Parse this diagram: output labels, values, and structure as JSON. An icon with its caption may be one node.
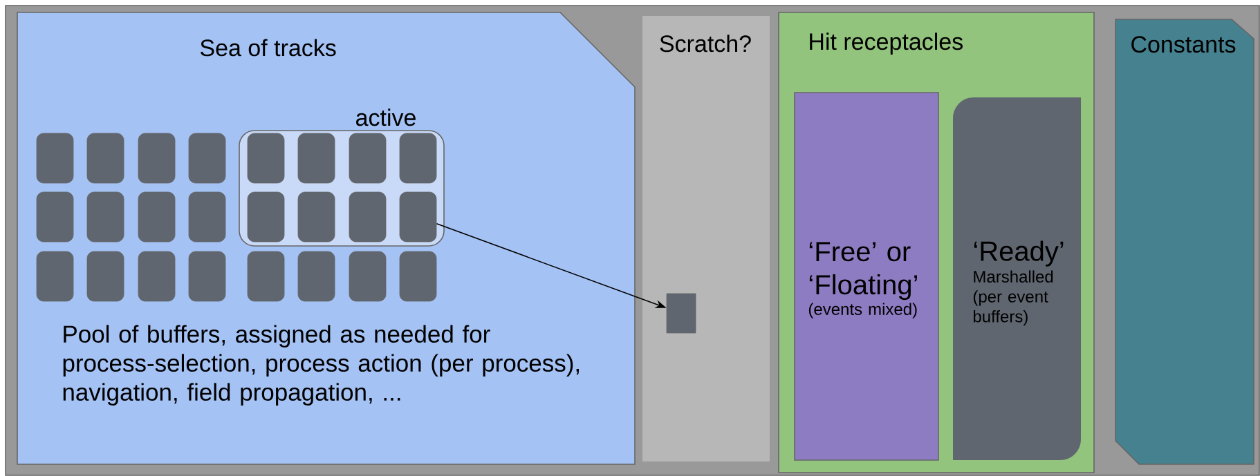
{
  "diagram": {
    "nodes": [
      {
        "text": [
          "Sea of tracks",
          "Pool of buffers, assigned as needed for process-selection, process action (per process), navigation, field propagation, ..."
        ]
      },
      {
        "text": [
          "active"
        ],
        "in": 0
      },
      {
        "text": [],
        "shape": "box",
        "in": 0
      },
      {
        "text": [],
        "shape": "box",
        "in": 0
      },
      {
        "text": [],
        "shape": "box",
        "in": 0
      },
      {
        "text": [],
        "shape": "box",
        "in": 0
      },
      {
        "text": [],
        "shape": "box",
        "in": 1
      },
      {
        "text": [],
        "shape": "box",
        "in": 1
      },
      {
        "text": [],
        "shape": "box",
        "in": 1
      },
      {
        "text": [],
        "shape": "box",
        "in": 1
      },
      {
        "text": [],
        "shape": "box",
        "in": 0
      },
      {
        "text": [],
        "shape": "box",
        "in": 0
      },
      {
        "text": [],
        "shape": "box",
        "in": 0
      },
      {
        "text": [],
        "shape": "box",
        "in": 0
      },
      {
        "text": [],
        "shape": "box",
        "in": 1
      },
      {
        "text": [],
        "shape": "box",
        "in": 1
      },
      {
        "text": [],
        "shape": "box",
        "in": 1
      },
      {
        "text": [],
        "shape": "box",
        "in": 1
      },
      {
        "text": [],
        "shape": "box",
        "in": 0
      },
      {
        "text": [],
        "shape": "box",
        "in": 0
      },
      {
        "text": [],
        "shape": "box",
        "in": 0
      },
      {
        "text": [],
        "shape": "box",
        "in": 0
      },
      {
        "text": [],
        "shape": "box",
        "in": 0
      },
      {
        "text": [],
        "shape": "box",
        "in": 0
      },
      {
        "text": [],
        "shape": "box",
        "in": 0
      },
      {
        "text": [],
        "shape": "box",
        "in": 0
      },
      {
        "text": [
          "Scratch?"
        ]
      },
      {
        "text": [],
        "shape": "box",
        "in": 26
      },
      {
        "text": [
          "Hit receptacles"
        ]
      },
      {
        "text": [
          "‘Free’ or ‘Floating’",
          "(events mixed)"
        ],
        "in": 28
      },
      {
        "text": [
          "‘Ready’",
          "Marshalled (per event buffers)"
        ],
        "in": 28
      },
      {
        "text": [
          "Constants"
        ]
      }
    ],
    "edges": [
      {
        "from": 17,
        "to": 27,
        "arrow": "to"
      }
    ]
  }
}
